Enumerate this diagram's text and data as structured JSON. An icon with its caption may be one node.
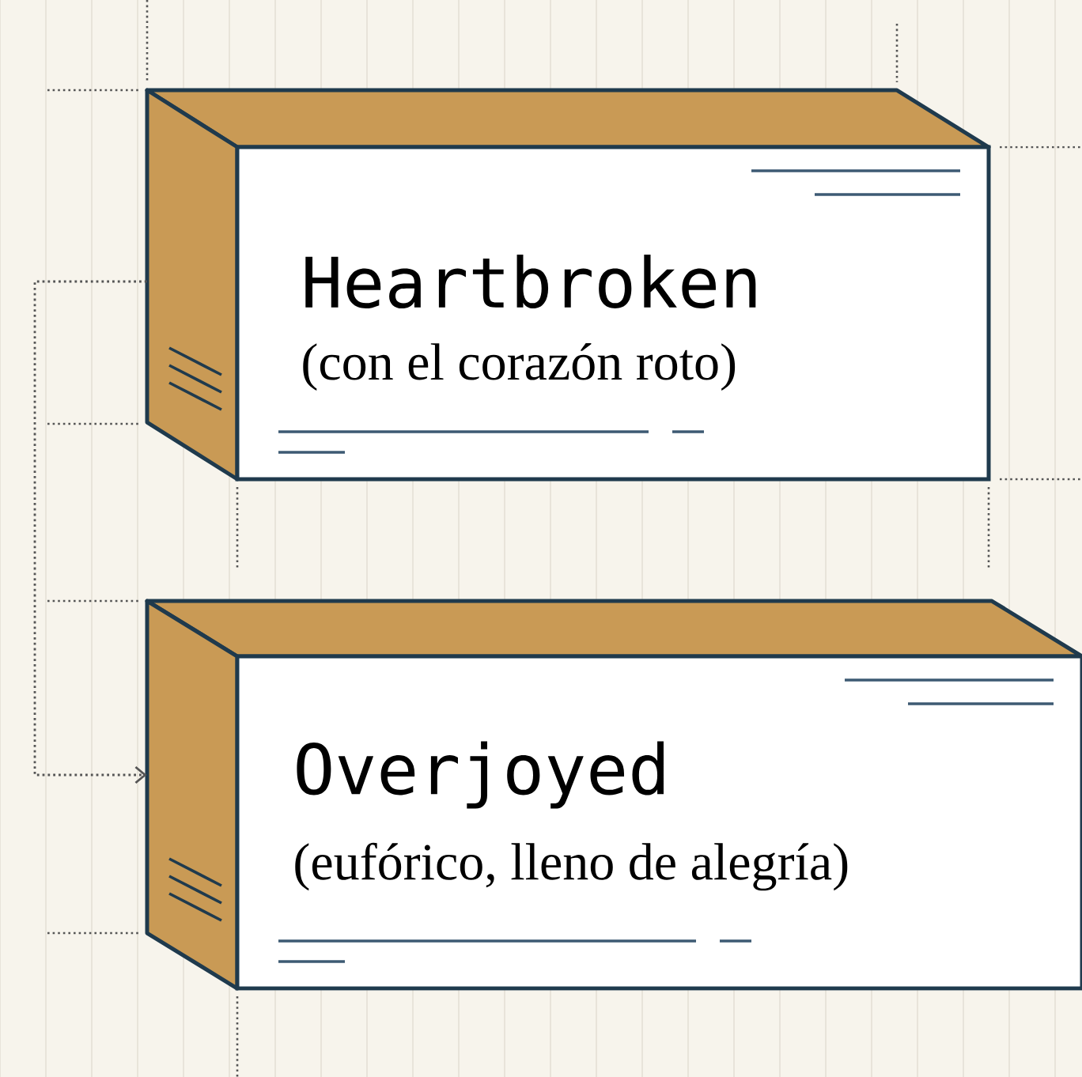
{
  "diagram": {
    "nodes": [
      {
        "text": [
          "Heartbroken",
          "(con el corazón roto)"
        ]
      },
      {
        "text": [
          "Overjoyed",
          "(eufórico, lleno de alegría)"
        ]
      }
    ],
    "edges": [
      {
        "from": 0,
        "to": 1,
        "arrow": "to",
        "style": "dashed"
      }
    ]
  }
}
